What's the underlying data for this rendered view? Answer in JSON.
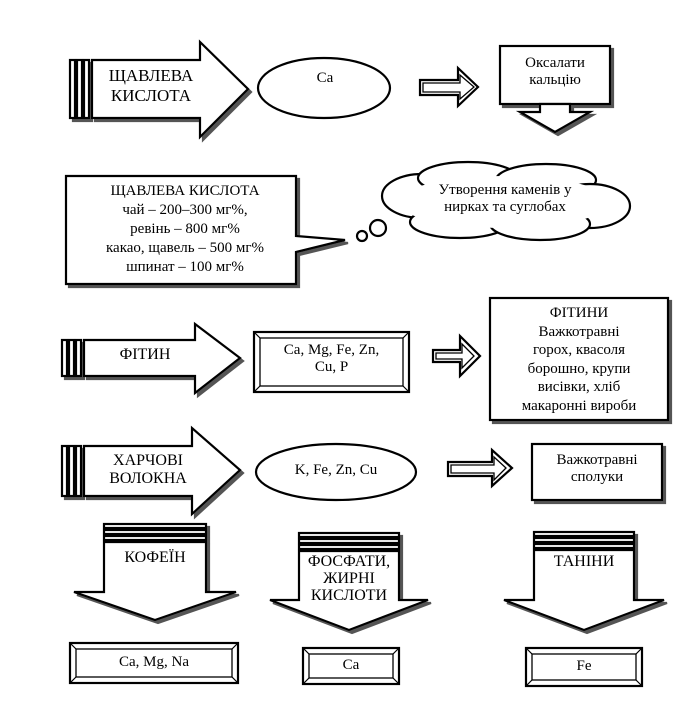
{
  "row1": {
    "arrow_label": "ЩАВЛЕВА\nКИСЛОТА",
    "ellipse_label": "Ca",
    "box_label": "Оксалати\nкальцію"
  },
  "row2": {
    "callout_label": "ЩАВЛЕВА КИСЛОТА\nчай – 200–300 мг%,\nревінь – 800 мг%\nкакао, щавель – 500 мг%\nшпинат – 100 мг%",
    "cloud_label": "Утворення каменів у\nнирках та суглобах"
  },
  "row3": {
    "arrow_label": "ФІТИН",
    "box_label": "Ca, Mg, Fe, Zn,\nCu, P",
    "result_label": "ФІТИНИ\nВажкотравні\nгорох, квасоля\nборошно, крупи\nвисівки, хліб\nмакаронні вироби"
  },
  "row4": {
    "arrow_label": "ХАРЧОВІ\nВОЛОКНА",
    "ellipse_label": "K, Fe, Zn, Cu",
    "box_label": "Важкотравні\nсполуки"
  },
  "bottom": {
    "col1_label": "КОФЕЇН",
    "col1_box": "Ca, Mg, Na",
    "col2_label": "ФОСФАТИ,\nЖИРНІ\nКИСЛОТИ",
    "col2_box": "Ca",
    "col3_label": "ТАНІНИ",
    "col3_box": "Fe"
  }
}
